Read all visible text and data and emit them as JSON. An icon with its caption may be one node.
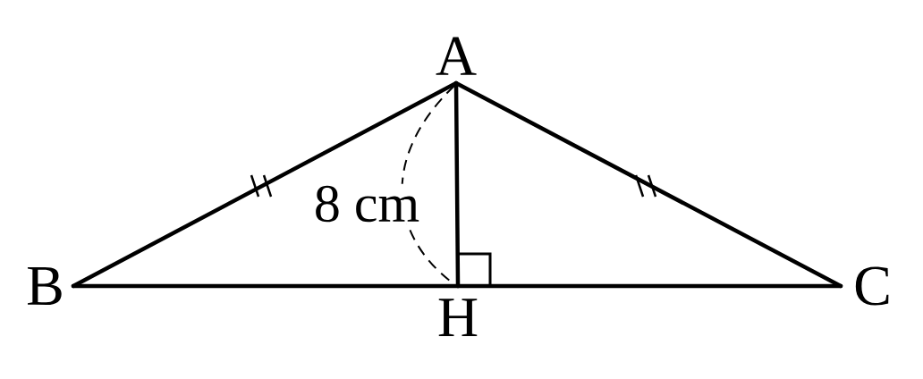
{
  "diagram": {
    "nodes": [
      {
        "text": [
          "A"
        ]
      },
      {
        "text": [
          "B"
        ]
      },
      {
        "text": [
          "C"
        ]
      },
      {
        "text": [
          "H"
        ]
      }
    ],
    "edges": [
      {
        "from": 0,
        "to": 1,
        "arrow": "none"
      },
      {
        "from": 0,
        "to": 2,
        "arrow": "none"
      },
      {
        "from": 0,
        "to": 3,
        "arrow": "none"
      },
      {
        "from": 1,
        "to": 3,
        "arrow": "none"
      },
      {
        "from": 3,
        "to": 2,
        "arrow": "none"
      }
    ],
    "labels": [
      "8 cm"
    ]
  }
}
